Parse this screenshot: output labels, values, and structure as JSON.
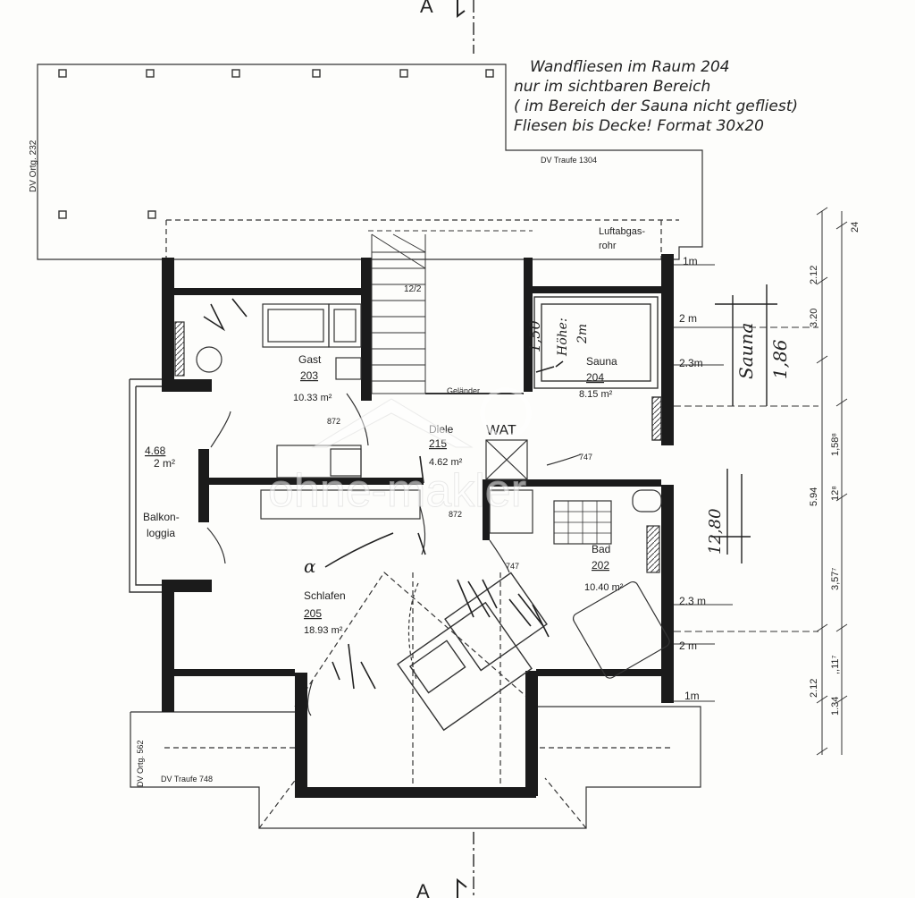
{
  "note": {
    "line1": "Wandfliesen im Raum 204",
    "line2": "nur im sichtbaren Bereich",
    "line3": "( im Bereich der Sauna nicht gefliest)",
    "line4": "Fliesen bis Decke! Format 30x20"
  },
  "section_mark": "A",
  "labels": {
    "dv_ortg_top": "DV Ortg. 232",
    "dv_traufe_top": "DV Traufe 1304",
    "dv_ortg_bottom": "DV Ortg. 562",
    "dv_traufe_bottom": "DV Traufe 748",
    "lueftung_1": "Luftabgas-",
    "lueftung_2": "rohr",
    "gelaender": "Geländer",
    "stair_steps": "12/2",
    "wat": "WAT"
  },
  "rooms": [
    {
      "name": "Gast",
      "number": "203",
      "area": "10.33 m²"
    },
    {
      "name": "Sauna",
      "number": "204",
      "area": "8.15 m²"
    },
    {
      "name": "Diele",
      "number": "215",
      "area": "4.62 m²"
    },
    {
      "name": "Bad",
      "number": "202",
      "area": "10.40 m²"
    },
    {
      "name": "Schlafen",
      "number": "205",
      "area": "18.93 m²"
    }
  ],
  "balkon": {
    "line1": "Balkon-",
    "line2": "loggia",
    "area_top": "4.68",
    "area_bottom": "2 m²"
  },
  "annotations": {
    "sauna_hand": "Sauna",
    "sauna_dim": "1,86",
    "hoehe_1": "Höhe:",
    "hoehe_2": "2m",
    "hoehe_val": "1,50",
    "bad_hand_1": "12,80",
    "door_872a": "872",
    "door_872b": "872",
    "door_747a": "747",
    "door_747b": "747",
    "alpha": "α"
  },
  "heights": {
    "h1": "1m",
    "h2": "2 m",
    "h3": "2.3m",
    "h4": "2.3 m",
    "h5": "2 m",
    "h6": "1m"
  },
  "dimensions": {
    "d212a": "2.12",
    "d320": "3.20",
    "d594": "5.94",
    "d212b": "2.12",
    "d158": "1,58⁸",
    "d12": "12⁸",
    "d357": "3,57⁷",
    "d11": ",,11⁷",
    "d134": "1.34",
    "d24": "24"
  },
  "watermark": "ohne-makler"
}
